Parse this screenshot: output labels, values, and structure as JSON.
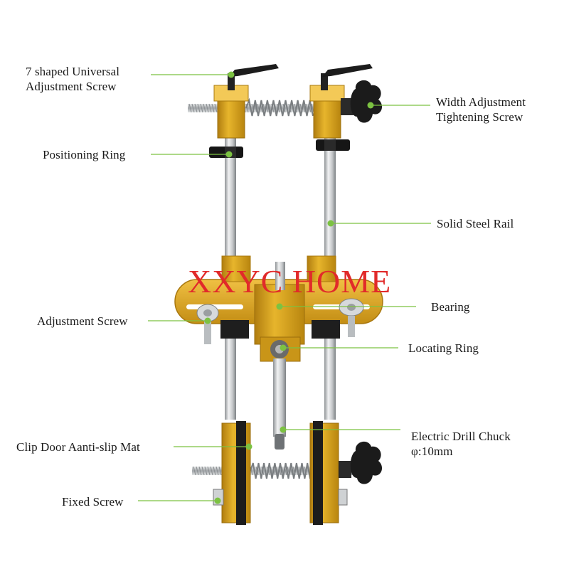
{
  "watermark": "XXYC HOME",
  "colors": {
    "leader": "#7cc242",
    "dot": "#7cc242",
    "gold": "#d9a21e",
    "gold_dark": "#a9780f",
    "steel": "#cfd2d4",
    "black": "#1c1c1c"
  },
  "labels": {
    "universal_screw": [
      "7 shaped Universal",
      "Adjustment Screw"
    ],
    "width_screw": [
      "Width Adjustment",
      "Tightening Screw"
    ],
    "positioning_ring": "Positioning Ring",
    "steel_rail": "Solid Steel Rail",
    "bearing": "Bearing",
    "adjustment_screw": "Adjustment Screw",
    "locating_ring": "Locating Ring",
    "drill_chuck": [
      "Electric Drill Chuck",
      "φ:10mm"
    ],
    "anti_slip_mat": "Clip Door Aanti-slip Mat",
    "fixed_screw": "Fixed Screw"
  }
}
